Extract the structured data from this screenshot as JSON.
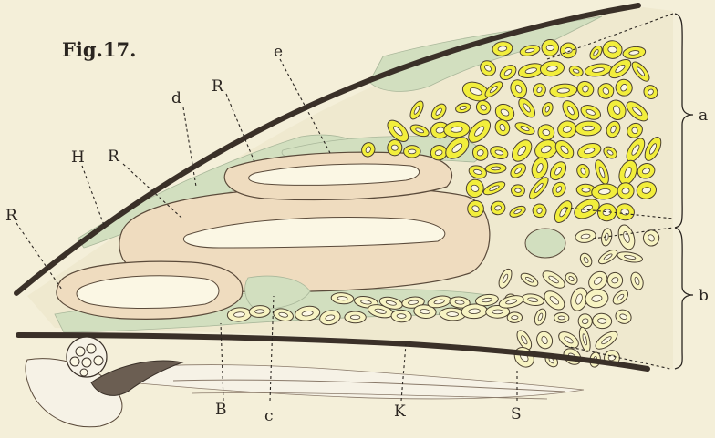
{
  "figure": {
    "title": "Fig.17.",
    "labels": {
      "a": "a",
      "b": "b",
      "d": "d",
      "e": "e",
      "H": "H",
      "R": "R",
      "B": "B",
      "c": "c",
      "K": "K",
      "S": "S"
    }
  },
  "colors": {
    "paper": "#f4efd9",
    "outline": "#3a3028",
    "green_tissue": "#d2dfbf",
    "flesh_tissue": "#efdcbf",
    "yellow_cells": "#f2ee3c",
    "pale_cells": "#f7f3c2",
    "lumen": "#fbf7e4"
  }
}
